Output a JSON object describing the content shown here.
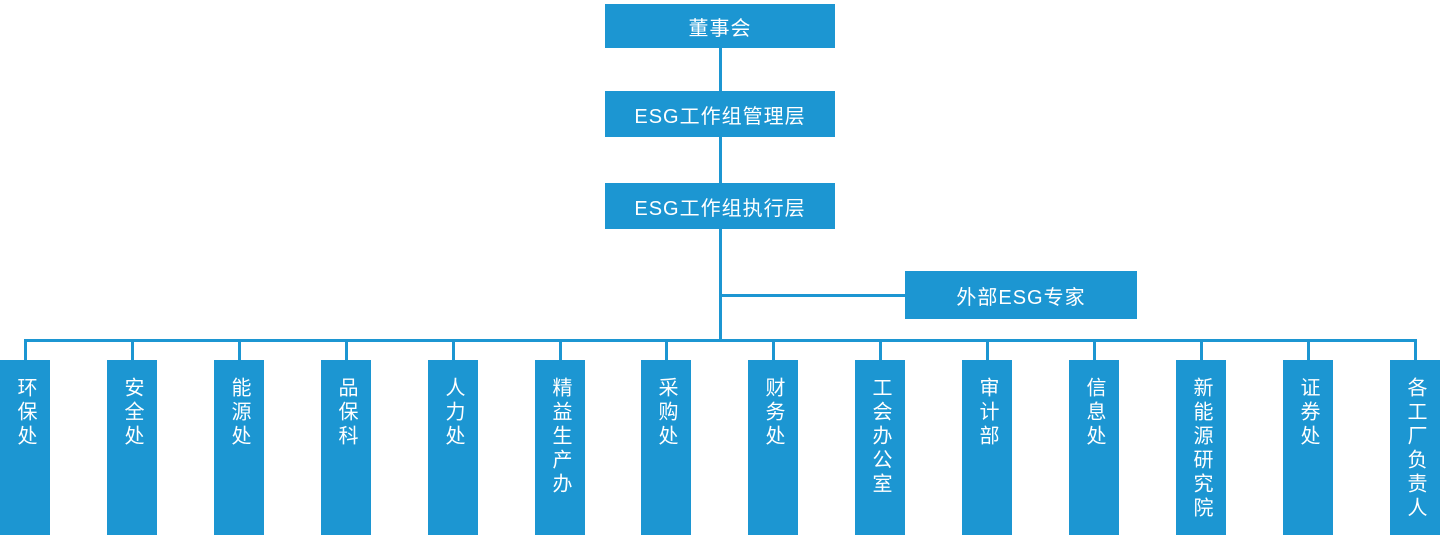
{
  "colors": {
    "node_blue": "#1c96d2",
    "text_white": "#ffffff"
  },
  "org_chart": {
    "type": "organization-chart",
    "board": {
      "label": "董事会"
    },
    "management": {
      "label": "ESG工作组管理层"
    },
    "execution": {
      "label": "ESG工作组执行层"
    },
    "external_expert": {
      "label": "外部ESG专家"
    },
    "departments": [
      {
        "label": "环保处"
      },
      {
        "label": "安全处"
      },
      {
        "label": "能源处"
      },
      {
        "label": "品保科"
      },
      {
        "label": "人力处"
      },
      {
        "label": "精益生产办"
      },
      {
        "label": "采购处"
      },
      {
        "label": "财务处"
      },
      {
        "label": "工会办公室"
      },
      {
        "label": "审计部"
      },
      {
        "label": "信息处"
      },
      {
        "label": "新能源研究院"
      },
      {
        "label": "证券处"
      },
      {
        "label": "各工厂负责人"
      }
    ]
  }
}
